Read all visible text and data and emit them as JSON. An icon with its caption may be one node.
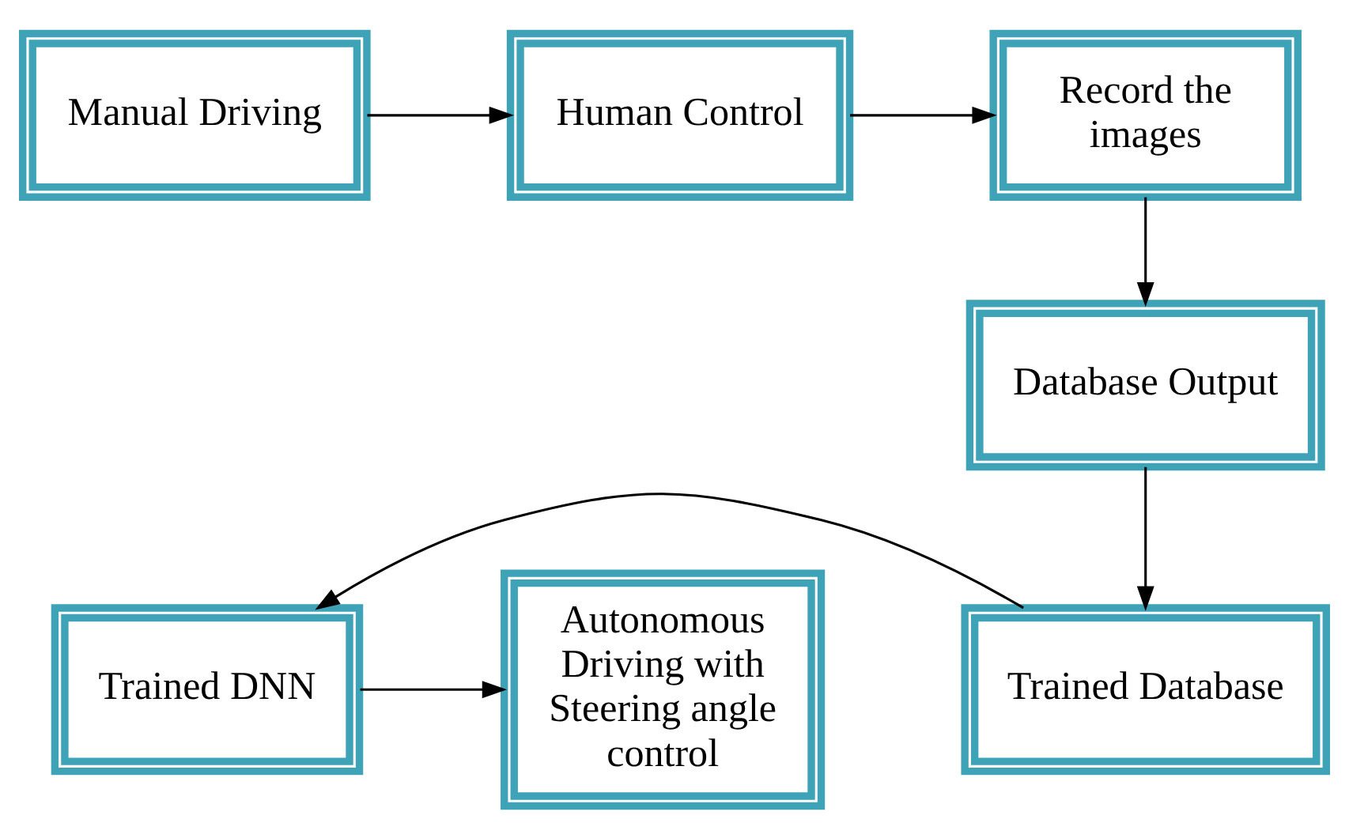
{
  "diagram": {
    "nodes": [
      {
        "text": [
          "Manual Driving"
        ]
      },
      {
        "text": [
          "Human Control"
        ]
      },
      {
        "text": [
          "Record the images"
        ]
      },
      {
        "text": [
          "Database Output"
        ]
      },
      {
        "text": [
          "Trained Database"
        ]
      },
      {
        "text": [
          "Trained DNN"
        ]
      },
      {
        "text": [
          "Autonomous Driving with Steering angle control"
        ]
      }
    ],
    "edges": [
      {
        "from": 0,
        "to": 1,
        "arrow": "to"
      },
      {
        "from": 1,
        "to": 2,
        "arrow": "to"
      },
      {
        "from": 2,
        "to": 3,
        "arrow": "to"
      },
      {
        "from": 3,
        "to": 4,
        "arrow": "to"
      },
      {
        "from": 4,
        "to": 5,
        "arrow": "to"
      },
      {
        "from": 5,
        "to": 6,
        "arrow": "to"
      }
    ]
  }
}
